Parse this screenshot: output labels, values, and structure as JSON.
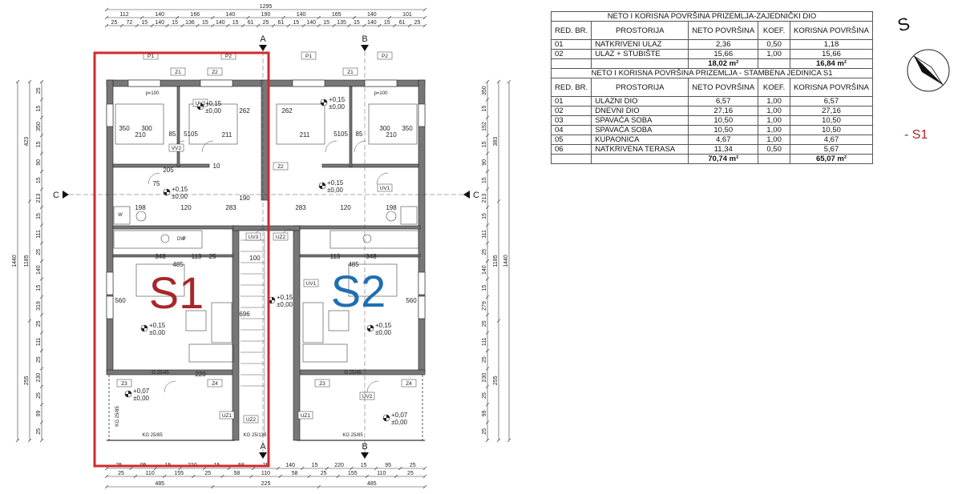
{
  "plan": {
    "total_width": "1295",
    "top_dims_row1": [
      "112",
      "140",
      "166",
      "140",
      "190",
      "140",
      "165",
      "140",
      "101"
    ],
    "top_dims_row2": [
      "25",
      "72",
      "15",
      "140",
      "15",
      "136",
      "15",
      "140",
      "15",
      "61",
      "25",
      "61",
      "15",
      "140",
      "15",
      "135",
      "15",
      "140",
      "15",
      "61",
      "25"
    ],
    "bottom_dims_row1": [
      "25",
      "95",
      "15",
      "220",
      "15",
      "58",
      "25",
      "140",
      "15",
      "220",
      "15",
      "95",
      "25"
    ],
    "bottom_dims_row2": [
      "25",
      "110",
      "155",
      "25",
      "58",
      "110",
      "58",
      "25",
      "155",
      "110",
      "25"
    ],
    "bottom_dims_row3": [
      "485",
      "225",
      "485"
    ],
    "left_dims_outer": [
      "1440"
    ],
    "left_dims_mid": [
      "423",
      "1185",
      "255"
    ],
    "left_dims_inner": [
      "25",
      "15",
      "350",
      "15",
      "90",
      "15",
      "213",
      "15",
      "111",
      "25",
      "140",
      "15",
      "319",
      "25",
      "111",
      "25",
      "230",
      "25",
      "99",
      "25"
    ],
    "right_dims_outer": [
      "1440"
    ],
    "right_dims_mid": [
      "383",
      "1185",
      "255"
    ],
    "right_dims_inner": [
      "350",
      "15",
      "152",
      "15",
      "90",
      "15",
      "213",
      "15",
      "111",
      "25",
      "140",
      "15",
      "279",
      "25",
      "111",
      "25",
      "230",
      "25",
      "99",
      "25"
    ],
    "units": [
      {
        "name": "S1",
        "color": "#a8262a"
      },
      {
        "name": "S2",
        "color": "#1f6fb2"
      }
    ],
    "section_labels": [
      "A",
      "B",
      "C"
    ],
    "levels": [
      "+0,15",
      "±0,00",
      "+0,07"
    ],
    "room_dims": [
      "300",
      "350",
      "85",
      "5105",
      "210",
      "262",
      "211",
      "120",
      "283",
      "198",
      "485",
      "348",
      "113",
      "560",
      "696",
      "100",
      "190",
      "10",
      "205",
      "75",
      "220",
      "25"
    ],
    "window_labels": [
      "P1",
      "P2",
      "Z1",
      "Z2",
      "Z3",
      "Z4",
      "UZ1",
      "UZ2",
      "UV1",
      "UV2",
      "UV3",
      "VV2"
    ],
    "misc_labels": [
      "p=100",
      "W",
      "F",
      "DW",
      "KG 25/85",
      "KG 25/130",
      "G 25/45"
    ]
  },
  "table1": {
    "title": "NETO I KORISNA POVRŠINA PRIZEMLJA-ZAJEDNIČKI DIO",
    "headers": [
      "RED. BR.",
      "PROSTORIJA",
      "NETO POVRŠINA",
      "KOEF.",
      "KORISNA POVRŠINA"
    ],
    "rows": [
      [
        "01",
        "NATKRIVENI ULAZ",
        "2,36",
        "0,50",
        "1,18"
      ],
      [
        "02",
        "ULAZ + STUBIŠTE",
        "15,66",
        "1,00",
        "15,66"
      ]
    ],
    "total_neto": "18,02 m²",
    "total_korisna": "16,84 m²"
  },
  "table2": {
    "title": "NETO I KORISNA POVRŠINA PRIZEMLJA - STAMBENA JEDINICA S1",
    "headers": [
      "RED. BR.",
      "PROSTORIJA",
      "NETO POVRŠINA",
      "KOEF.",
      "KORISNA POVRŠINA"
    ],
    "rows": [
      [
        "01",
        "ULAZNI DIO",
        "6,57",
        "1,00",
        "6,57"
      ],
      [
        "02",
        "DNEVNI DIO",
        "27,16",
        "1,00",
        "27,16"
      ],
      [
        "03",
        "SPAVAĆA SOBA",
        "10,50",
        "1,00",
        "10,50"
      ],
      [
        "04",
        "SPAVAĆA SOBA",
        "10,50",
        "1,00",
        "10,50"
      ],
      [
        "05",
        "KUPAONICA",
        "4,67",
        "1,00",
        "4,67"
      ],
      [
        "06",
        "NATKRIVENA TERASA",
        "11,34",
        "0,50",
        "5,67"
      ]
    ],
    "total_neto": "70,74 m²",
    "total_korisna": "65,07 m²"
  },
  "north": {
    "letter": "S"
  },
  "legend": {
    "label": "- S1",
    "color": "#a8262a"
  }
}
